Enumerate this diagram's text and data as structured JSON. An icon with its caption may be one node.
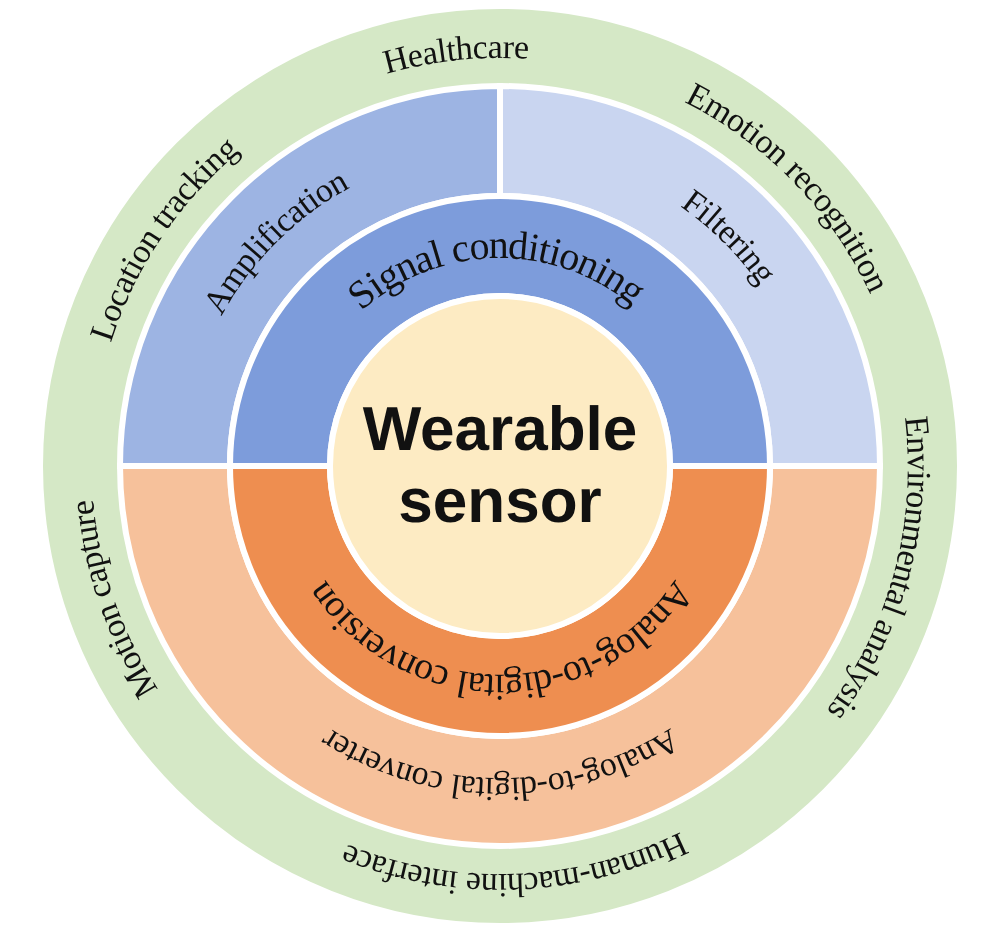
{
  "diagram": {
    "nodes": [
      {
        "text": [
          "Healthcare",
          "Emotion recognition",
          "Location tracking",
          "Environmental analysis",
          "Motion capture",
          "Human-machine interface"
        ]
      },
      {
        "text": [
          "Amplification"
        ],
        "in": 0
      },
      {
        "text": [
          "Filtering"
        ],
        "in": 0
      },
      {
        "text": [
          "Analog-to-digital converter"
        ],
        "in": 0
      },
      {
        "text": [
          "Signal conditioning"
        ],
        "in": 0
      },
      {
        "text": [
          "Analog-to-digital conversion"
        ],
        "in": 0
      },
      {
        "text": [
          "Wearable sensor"
        ],
        "in": 0
      }
    ]
  }
}
